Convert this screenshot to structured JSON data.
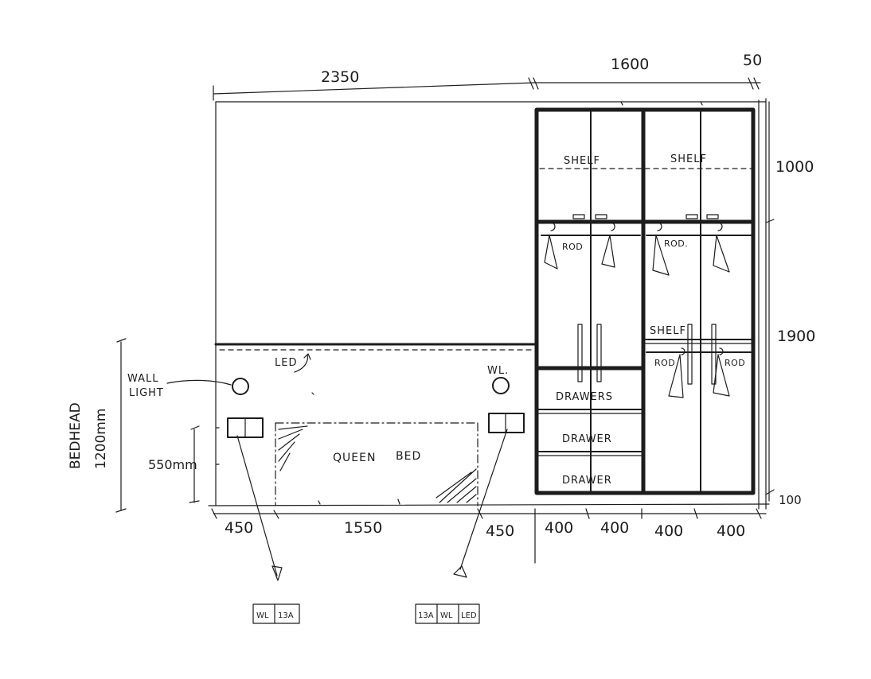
{
  "dimensions": {
    "top": [
      "2350",
      "1600",
      "50"
    ],
    "right": [
      "1000",
      "1900",
      "100"
    ],
    "bottom": [
      "450",
      "1550",
      "450",
      "400",
      "400",
      "400",
      "400"
    ],
    "left_vertical": [
      "550mm"
    ]
  },
  "labels": {
    "bedhead_line1": "BEDHEAD",
    "bedhead_line2": "1200mm",
    "wall_light_line1": "WALL",
    "wall_light_line2": "LIGHT",
    "wl_short": "WL.",
    "led": "LED",
    "queen_bed_1": "QUEEN",
    "queen_bed_2": "BED",
    "shelf_left": "SHELF",
    "shelf_right": "SHELF",
    "shelf_mid": "SHELF",
    "rod_1": "ROD",
    "rod_2": "ROD.",
    "rod_3": "ROD",
    "rod_4": "ROD",
    "drawers_1": "DRAWERS",
    "drawer_2": "DRAWER",
    "drawer_3": "DRAWER"
  },
  "switch_panels": {
    "left": [
      "WL",
      "13A"
    ],
    "right": [
      "13A",
      "WL",
      "LED"
    ]
  }
}
